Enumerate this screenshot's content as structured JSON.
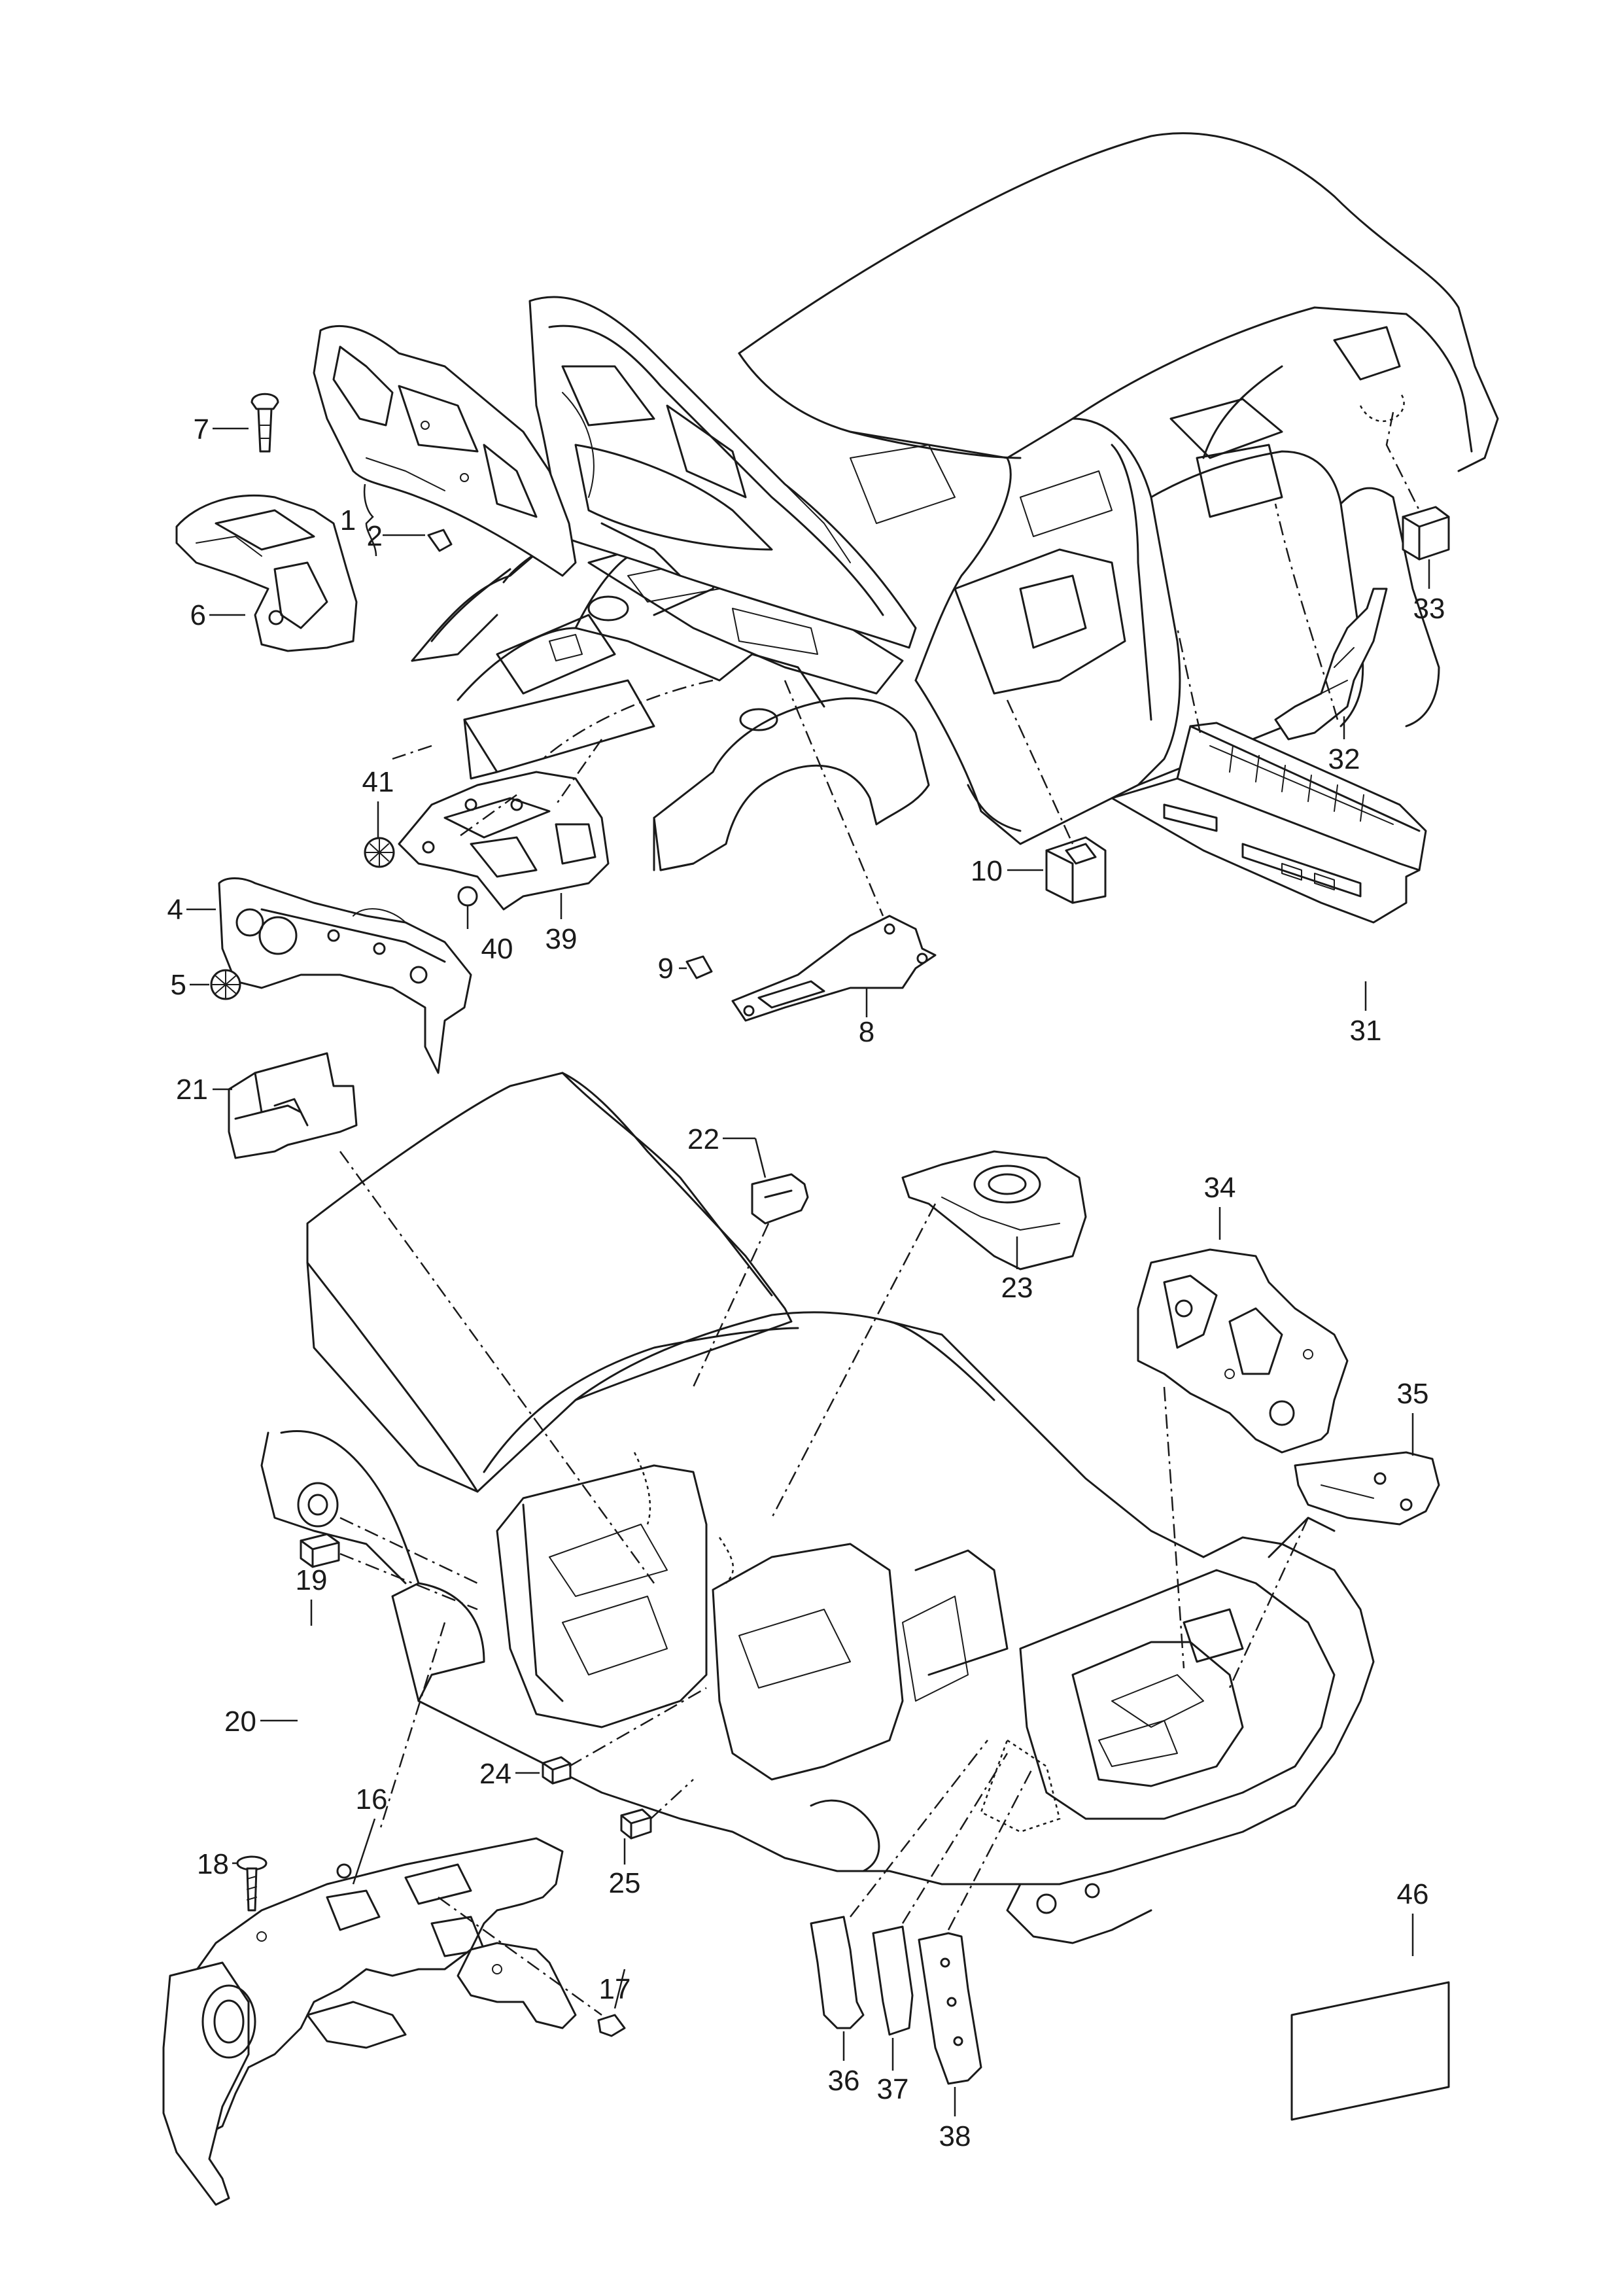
{
  "diagram": {
    "callouts": [
      {
        "id": "c1",
        "label": "1"
      },
      {
        "id": "c2",
        "label": "2"
      },
      {
        "id": "c4",
        "label": "4"
      },
      {
        "id": "c5",
        "label": "5"
      },
      {
        "id": "c6",
        "label": "6"
      },
      {
        "id": "c7",
        "label": "7"
      },
      {
        "id": "c8",
        "label": "8"
      },
      {
        "id": "c9",
        "label": "9"
      },
      {
        "id": "c10",
        "label": "10"
      },
      {
        "id": "c16",
        "label": "16"
      },
      {
        "id": "c17",
        "label": "17"
      },
      {
        "id": "c18",
        "label": "18"
      },
      {
        "id": "c19",
        "label": "19"
      },
      {
        "id": "c20",
        "label": "20"
      },
      {
        "id": "c21",
        "label": "21"
      },
      {
        "id": "c22",
        "label": "22"
      },
      {
        "id": "c23",
        "label": "23"
      },
      {
        "id": "c24",
        "label": "24"
      },
      {
        "id": "c25",
        "label": "25"
      },
      {
        "id": "c31",
        "label": "31"
      },
      {
        "id": "c32",
        "label": "32"
      },
      {
        "id": "c33",
        "label": "33"
      },
      {
        "id": "c34",
        "label": "34"
      },
      {
        "id": "c35",
        "label": "35"
      },
      {
        "id": "c36",
        "label": "36"
      },
      {
        "id": "c37",
        "label": "37"
      },
      {
        "id": "c38",
        "label": "38"
      },
      {
        "id": "c39",
        "label": "39"
      },
      {
        "id": "c40",
        "label": "40"
      },
      {
        "id": "c41",
        "label": "41"
      },
      {
        "id": "c46",
        "label": "46"
      }
    ]
  }
}
